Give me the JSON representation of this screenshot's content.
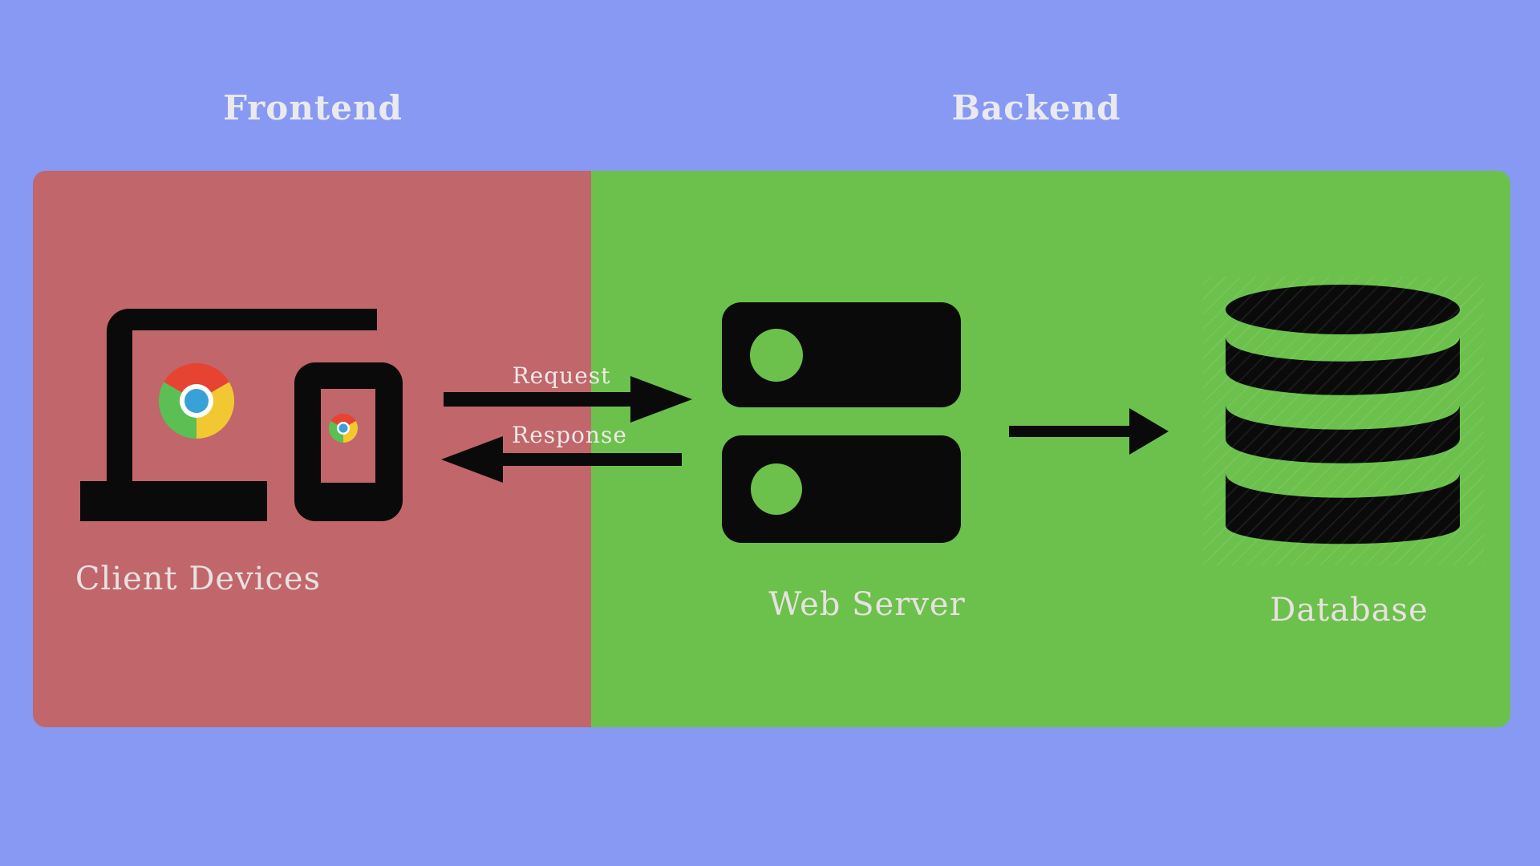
{
  "diagram": {
    "background_color": "#8799f2",
    "icon_color": "#0a0a0a",
    "sections": [
      {
        "title": "Frontend",
        "color": "#c1666b",
        "nodes": [
          {
            "label": "Client Devices",
            "icon": "devices-icon"
          }
        ]
      },
      {
        "title": "Backend",
        "color": "#6cc14c",
        "nodes": [
          {
            "label": "Web Server",
            "icon": "rack-server-icon"
          },
          {
            "label": "Database",
            "icon": "database-icon"
          }
        ]
      }
    ],
    "arrows": [
      {
        "label": "Request",
        "from": "Client Devices",
        "to": "Web Server",
        "direction": "right"
      },
      {
        "label": "Response",
        "from": "Web Server",
        "to": "Client Devices",
        "direction": "left"
      },
      {
        "label": "",
        "from": "Web Server",
        "to": "Database",
        "direction": "right"
      }
    ],
    "chrome_logo_colors": {
      "red": "#e64332",
      "yellow": "#f2c832",
      "green": "#5cbf53",
      "blue": "#38a1d8",
      "ring": "#ffffff"
    }
  }
}
